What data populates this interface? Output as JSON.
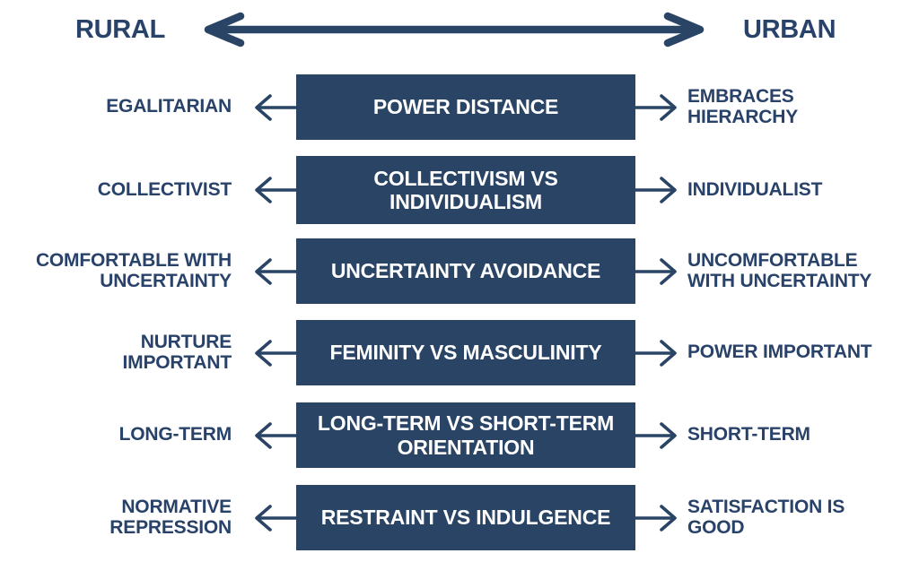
{
  "colors": {
    "navy": "#2a4466",
    "label": "#29426a",
    "background": "#ffffff"
  },
  "header": {
    "left_label": "RURAL",
    "right_label": "URBAN",
    "arrow": "double-headed-arrow"
  },
  "rows": [
    {
      "left": "EGALITARIAN",
      "center": "POWER DISTANCE",
      "right": "EMBRACES\nHIERARCHY"
    },
    {
      "left": "COLLECTIVIST",
      "center": "COLLECTIVISM VS\nINDIVIDUALISM",
      "right": "INDIVIDUALIST"
    },
    {
      "left": "COMFORTABLE WITH\nUNCERTAINTY",
      "center": "UNCERTAINTY AVOIDANCE",
      "right": "UNCOMFORTABLE\nWITH UNCERTAINTY"
    },
    {
      "left": "NURTURE\nIMPORTANT",
      "center": "FEMINITY VS MASCULINITY",
      "right": "POWER IMPORTANT"
    },
    {
      "left": "LONG-TERM",
      "center": "LONG-TERM VS SHORT-TERM\nORIENTATION",
      "right": "SHORT-TERM"
    },
    {
      "left": "NORMATIVE\nREPRESSION",
      "center": "RESTRAINT VS INDULGENCE",
      "right": "SATISFACTION IS\nGOOD"
    }
  ]
}
